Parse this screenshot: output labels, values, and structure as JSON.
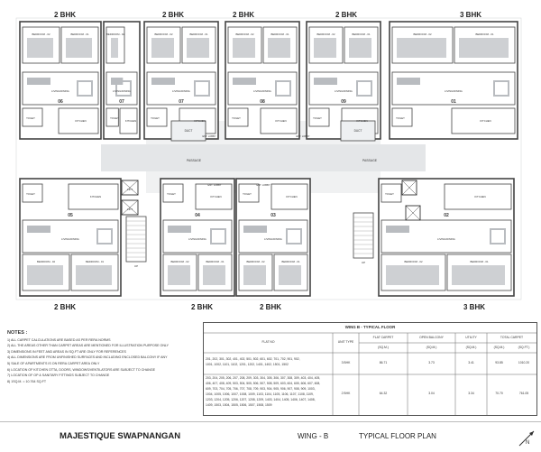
{
  "headings": {
    "top": [
      "2 BHK",
      "2 BHK",
      "2 BHK",
      "2 BHK",
      "3 BHK"
    ],
    "bottom": [
      "2 BHK",
      "2 BHK",
      "2 BHK",
      "3 BHK"
    ]
  },
  "flat_numbers": [
    "06",
    "07",
    "08",
    "09",
    "01",
    "05",
    "04",
    "03",
    "02"
  ],
  "labels": {
    "passage": "PASSAGE",
    "lift": "LIFT",
    "duct": "DUCT",
    "up": "UP",
    "bedroom_01": "BEDROOM - 01",
    "bedroom_02": "BEDROOM - 02",
    "living": "LIVING/DINING",
    "kitchen": "KITCHEN",
    "toilet": "TOILET",
    "utility": "UTILITY",
    "open_bal": "OPEN BAL",
    "ent_lobby": "ENT. LOBBY"
  },
  "notes": {
    "heading": "NOTES :",
    "items": [
      "1) ALL CARPET CALCULATIONS ARE BASED AS PER RERA NORMS",
      "2) ALL THE AREAS OTHER THAN CARPET AREAS ARE MENTIONED FOR ILLUSTRATION PURPOSE ONLY",
      "3) DIMENSIONS IN FEET AND AREAS IN SQ.FT ARE ONLY FOR REFERENCES",
      "4) ALL DIMENSIONS ARE FROM UNFINISHED SURFACES AND INCLUDING ENCLOSED BALCONY IF ANY",
      "5) SALE OF APARTMENTS IS ON RERA CARPET AREA ONLY",
      "6) LOCATION OF KITCHEN OTTA, DOORS, WINDOWS/VENTILATORS ARE SUBJECT TO CHANGE",
      "7) LOCATION OF OP & SANITARY FITTINGS SUBJECT TO CHANGE",
      "8) 1SQ.M. = 10.764 SQ.FT"
    ]
  },
  "table": {
    "title": "WING B - TYPICAL FLOOR",
    "col_flat": "FLAT NO",
    "col_type": "UNIT TYPE",
    "col_carpet": "FLAT CARPET",
    "col_balcony": "OPEN BALCONY",
    "col_utility": "UTILITY",
    "col_total": "TOTAL CARPET",
    "unit_sqm": "(SQ.M.)",
    "unit_sqft": "(SQ.FT.)",
    "rows": [
      {
        "flats_line1": "201, 202, 301, 302, 401, 402, 501, 502, 601, 602, 701, 702, 901, 902,",
        "flats_line2": "1001, 1002, 1101, 1102, 1201, 1202, 1401, 1402, 1501, 1502",
        "type": "3 BHK",
        "carpet": "86.71",
        "balcony": "3.73",
        "utility": "3.41",
        "total_sqm": "93.85",
        "total_sqft": "1010.20"
      },
      {
        "flats_line1": "203, 204, 205, 206, 207, 208, 209, 303, 304, 305, 306, 307, 308, 309, 403, 404, 405,",
        "flats_line2": "406, 407, 408, 409, 503, 504, 505, 506, 507, 508, 509, 603, 604, 605, 606, 607, 608,",
        "flats_line3": "609, 703, 704, 705, 706, 707, 708, 709, 903, 904, 905, 906, 907, 908, 909, 1003,",
        "flats_line4": "1004, 1005, 1006, 1007, 1008, 1009, 1103, 1104, 1105, 1106, 1107, 1108, 1109,",
        "flats_line5": "1203, 1204, 1205, 1206, 1207, 1208, 1209, 1403, 1404, 1405, 1406, 1407, 1408,",
        "flats_line6": "1409, 1503, 1504, 1505, 1506, 1507, 1508, 1509",
        "type": "2 BHK",
        "carpet": "64.32",
        "balcony": "3.04",
        "utility": "3.34",
        "total_sqm": "70.70",
        "total_sqft": "761.05"
      }
    ]
  },
  "footer": {
    "brand": "MAJESTIQUE SWAPNANGAN",
    "wing": "WING - B",
    "plan_title": "TYPICAL FLOOR PLAN",
    "north": "N"
  },
  "colors": {
    "wall": "#444444",
    "passage": "#e4e6e8",
    "room": "#ffffff",
    "furniture": "#b9bcc0"
  }
}
